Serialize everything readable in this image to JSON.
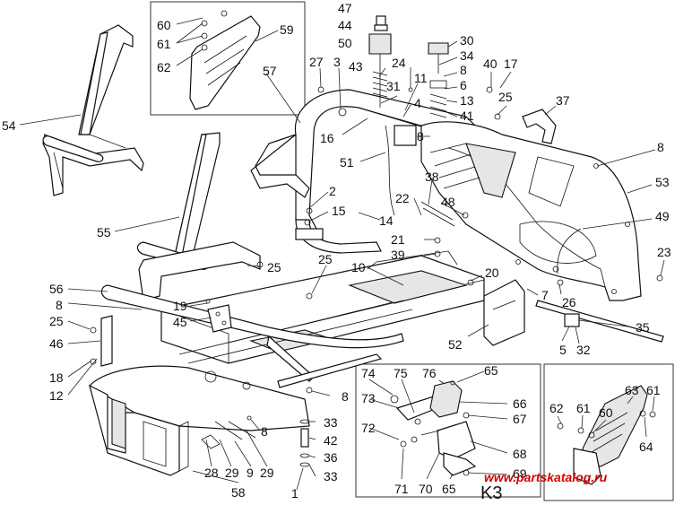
{
  "labels": {
    "l60a": "60",
    "l61a": "61",
    "l62a": "62",
    "l59": "59",
    "l54": "54",
    "l55": "55",
    "l56": "56",
    "l8a": "8",
    "l25a": "25",
    "l46": "46",
    "l18": "18",
    "l12": "12",
    "l47": "47",
    "l44": "44",
    "l50": "50",
    "l27": "27",
    "l3": "3",
    "l43": "43",
    "l57": "57",
    "l24": "24",
    "l31": "31",
    "l11": "11",
    "l4": "4",
    "l30": "30",
    "l34": "34",
    "l8b": "8",
    "l6": "6",
    "l13": "13",
    "l41": "41",
    "l40": "40",
    "l17": "17",
    "l25b": "25",
    "l37": "37",
    "l8c": "8",
    "l53": "53",
    "l49": "49",
    "l23": "23",
    "l16": "16",
    "l8d": "8",
    "l51": "51",
    "l2": "2",
    "l15": "15",
    "l38": "38",
    "l22": "22",
    "l14": "14",
    "l48": "48",
    "l21": "21",
    "l39": "39",
    "l25c": "25",
    "l10": "10",
    "l20": "20",
    "l7": "7",
    "l26": "26",
    "l35": "35",
    "l5": "5",
    "l32": "32",
    "l52": "52",
    "l19": "19",
    "l45": "45",
    "l25d": "25",
    "l8e": "8",
    "l8f": "8",
    "l33a": "33",
    "l42": "42",
    "l36": "36",
    "l33b": "33",
    "l1": "1",
    "l28": "28",
    "l29a": "29",
    "l9": "9",
    "l29b": "29",
    "l58": "58",
    "l74": "74",
    "l75": "75",
    "l76": "76",
    "l65a": "65",
    "l73": "73",
    "l66": "66",
    "l72": "72",
    "l67": "67",
    "l68": "68",
    "l71": "71",
    "l70": "70",
    "l65b": "65",
    "l69": "69",
    "l62b": "62",
    "l61b": "61",
    "l60b": "60",
    "l63": "63",
    "l61c": "61",
    "l64": "64"
  },
  "k3_label": "K3",
  "watermark": "www.partskatalog.ru",
  "colors": {
    "line": "#111111",
    "watermark": "#d40000",
    "background": "#ffffff"
  }
}
